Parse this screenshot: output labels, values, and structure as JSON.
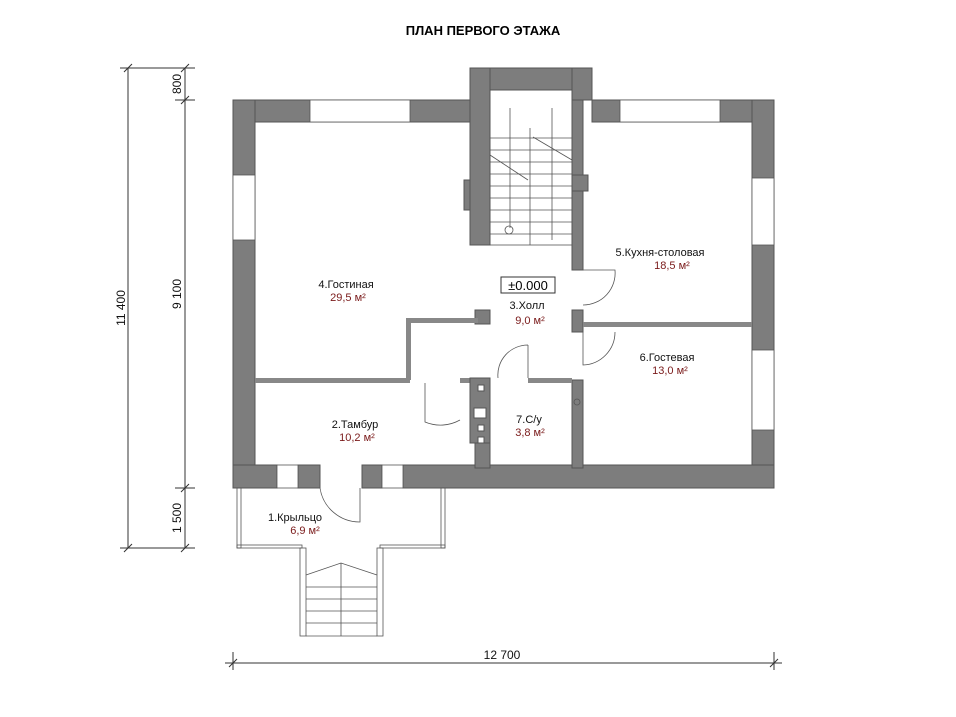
{
  "title": "ПЛАН ПЕРВОГО ЭТАЖА",
  "level_mark": "±0.000",
  "rooms": [
    {
      "name": "1.Крыльцо",
      "area": "6,9 м²"
    },
    {
      "name": "2.Тамбур",
      "area": "10,2 м²"
    },
    {
      "name": "3.Холл",
      "area": "9,0 м²"
    },
    {
      "name": "4.Гостиная",
      "area": "29,5 м²"
    },
    {
      "name": "5.Кухня-столовая",
      "area": "18,5 м²"
    },
    {
      "name": "6.Гостевая",
      "area": "13,0 м²"
    },
    {
      "name": "7.С/у",
      "area": "3,8 м²"
    }
  ],
  "dimensions": {
    "total_height": "11 400",
    "top_offset": "800",
    "main_height": "9 100",
    "porch_depth": "1 500",
    "total_width": "12 700"
  }
}
